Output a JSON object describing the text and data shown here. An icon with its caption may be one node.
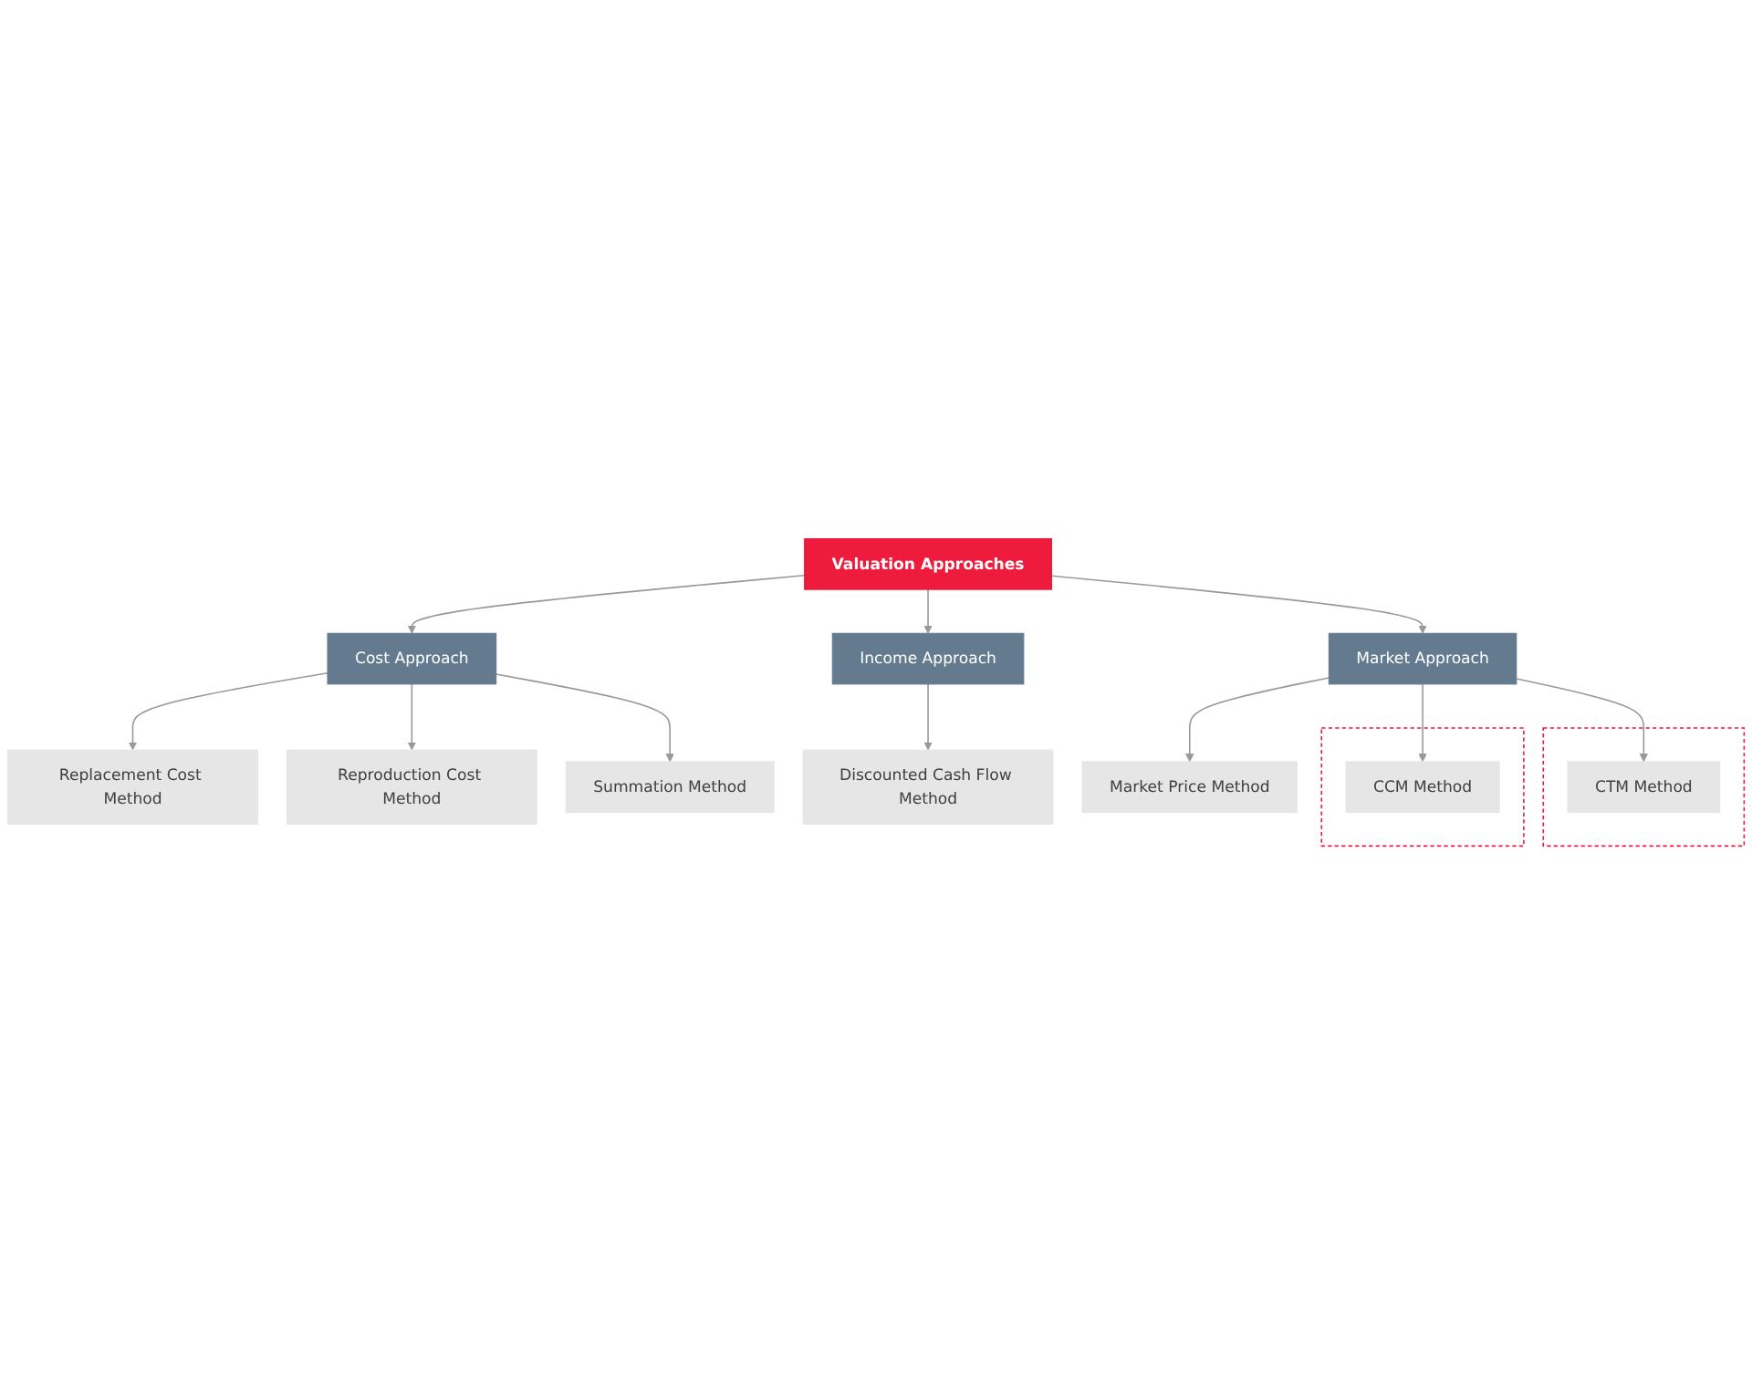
{
  "diagram": {
    "nodes": [
      {
        "text": [
          "Valuation Approaches"
        ]
      },
      {
        "text": [
          "Cost Approach"
        ]
      },
      {
        "text": [
          "Income Approach"
        ]
      },
      {
        "text": [
          "Market Approach"
        ]
      },
      {
        "text": [
          "Replacement Cost Method"
        ]
      },
      {
        "text": [
          "Reproduction Cost Method"
        ]
      },
      {
        "text": [
          "Summation Method"
        ]
      },
      {
        "text": [
          "Discounted Cash Flow Method"
        ]
      },
      {
        "text": [
          "Market Price Method"
        ]
      },
      {
        "text": [],
        "shape": "box"
      },
      {
        "text": [
          "CCM Method"
        ],
        "in": 9
      },
      {
        "text": [],
        "shape": "box"
      },
      {
        "text": [
          "CTM Method"
        ],
        "in": 11
      }
    ],
    "edges": [
      {
        "from": 0,
        "to": 1,
        "arrow": "to"
      },
      {
        "from": 0,
        "to": 2,
        "arrow": "to"
      },
      {
        "from": 0,
        "to": 3,
        "arrow": "to"
      },
      {
        "from": 1,
        "to": 4,
        "arrow": "to"
      },
      {
        "from": 1,
        "to": 5,
        "arrow": "to"
      },
      {
        "from": 1,
        "to": 6,
        "arrow": "to"
      },
      {
        "from": 2,
        "to": 7,
        "arrow": "to"
      },
      {
        "from": 3,
        "to": 8,
        "arrow": "to"
      },
      {
        "from": 3,
        "to": 10,
        "arrow": "to"
      },
      {
        "from": 3,
        "to": 12,
        "arrow": "to"
      }
    ]
  }
}
